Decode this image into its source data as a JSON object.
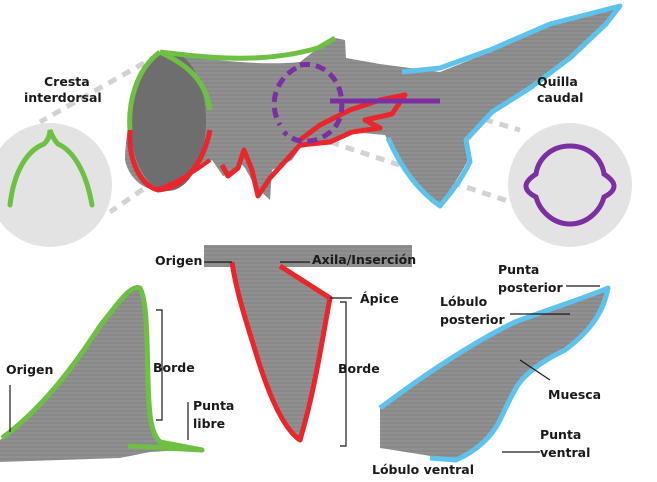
{
  "colors": {
    "background": "#ffffff",
    "body_gray": "#8c8c8c",
    "body_dark": "#6e6e6e",
    "inset_bg": "#e3e3e3",
    "green": "#6ec043",
    "red": "#e8262b",
    "blue": "#5ec3ec",
    "purple": "#7b2fa0",
    "leader": "#d2d2d2",
    "text": "#1a1a1a"
  },
  "labels": {
    "cresta_line1": "Cresta",
    "cresta_line2": "interdorsal",
    "quilla_line1": "Quilla",
    "quilla_line2": "caudal",
    "origen_top": "Origen",
    "axila": "Axila/Inserción",
    "apice": "Ápice",
    "borde_pectoral": "Borde",
    "origen_dorsal": "Origen",
    "borde_dorsal": "Borde",
    "punta_libre_line1": "Punta",
    "punta_libre_line2": "libre",
    "punta_posterior_line1": "Punta",
    "punta_posterior_line2": "posterior",
    "lobulo_posterior_line1": "Lóbulo",
    "lobulo_posterior_line2": "posterior",
    "muesca": "Muesca",
    "punta_ventral_line1": "Punta",
    "punta_ventral_line2": "ventral",
    "lobulo_ventral": "Lóbulo ventral"
  }
}
